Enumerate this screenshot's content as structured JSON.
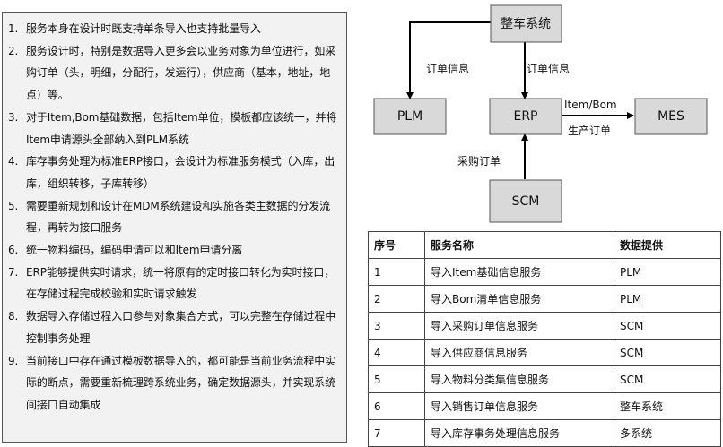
{
  "notes": [
    {
      "num": "1.",
      "text": "服务本身在设计时既支持单条导入也支持批量导入"
    },
    {
      "num": "2.",
      "text": "服务设计时，特别是数据导入更多会以业务对象为单位进行，如采购订单（头，明细，分配行，发运行），供应商（基本，地址，地点）等。"
    },
    {
      "num": "3.",
      "text": "对于Item,Bom基础数据，包括Item单位，模板都应该统一，并将Item申请源头全部纳入到PLM系统"
    },
    {
      "num": "4.",
      "text": "库存事务处理为标准ERP接口，会设计为标准服务模式（入库，出库，组织转移，子库转移）"
    },
    {
      "num": "5.",
      "text": "需要重新规划和设计在MDM系统建设和实施各类主数据的分发流程，再转为接口服务"
    },
    {
      "num": "6.",
      "text": "统一物料编码，编码申请可以和Item申请分离"
    },
    {
      "num": "7.",
      "text": "ERP能够提供实时请求，统一将原有的定时接口转化为实时接口，在存储过程完成校验和实时请求触发"
    },
    {
      "num": "8.",
      "text": "数据导入存储过程入口参与对象集合方式，可以完整在存储过程中控制事务处理"
    },
    {
      "num": "9.",
      "text": "当前接口中存在通过模板数据导入的，都可能是当前业务流程中实际的断点，需要重新梳理跨系统业务，确定数据源头，并实现系统间接口自动集成"
    }
  ],
  "diagram": {
    "nodes": {
      "vehicle": "整车系统",
      "plm": "PLM",
      "erp": "ERP",
      "mes": "MES",
      "scm": "SCM"
    },
    "edges": {
      "vehicle_plm": "订单信息",
      "vehicle_erp": "订单信息",
      "erp_mes_top": "Item/Bom",
      "erp_mes_bottom": "生产订单",
      "scm_erp": "采购订单"
    }
  },
  "table": {
    "headers": [
      "序号",
      "服务名称",
      "数据提供"
    ],
    "rows": [
      [
        "1",
        "导入Item基础信息服务",
        "PLM"
      ],
      [
        "2",
        "导入Bom清单信息服务",
        "PLM"
      ],
      [
        "3",
        "导入采购订单信息服务",
        "SCM"
      ],
      [
        "4",
        "导入供应商信息服务",
        "SCM"
      ],
      [
        "5",
        "导入物料分类集信息服务",
        "SCM"
      ],
      [
        "6",
        "导入销售订单信息服务",
        "整车系统"
      ],
      [
        "7",
        "导入库存事务处理信息服务",
        "多系统"
      ]
    ]
  }
}
